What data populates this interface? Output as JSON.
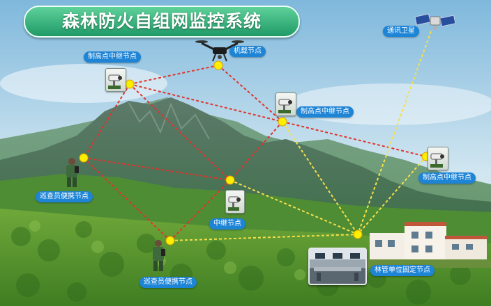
{
  "title": "森林防火自组网监控系统",
  "colors": {
    "mesh_link": "#e0342c",
    "relay_link": "#f5e04a",
    "node_dot": "#ffee00",
    "label_bg": "#1d84d6",
    "title_bg": "#2fb37a"
  },
  "nodes": {
    "drone": "机载节点",
    "satellite": "通讯卫星",
    "relay_top_left": "制高点中继节点",
    "relay_mid_right": "制高点中继节点",
    "relay_far_right": "制高点中继节点",
    "relay_center": "中继节点",
    "patrol_left": "巡查员便携节点",
    "patrol_bottom": "巡查员便携节点",
    "forestry_station": "林管单位固定节点"
  },
  "icons": [
    "drone-icon",
    "satellite-icon",
    "camera-icon",
    "ranger-icon",
    "monitor-room-image",
    "building-image"
  ]
}
